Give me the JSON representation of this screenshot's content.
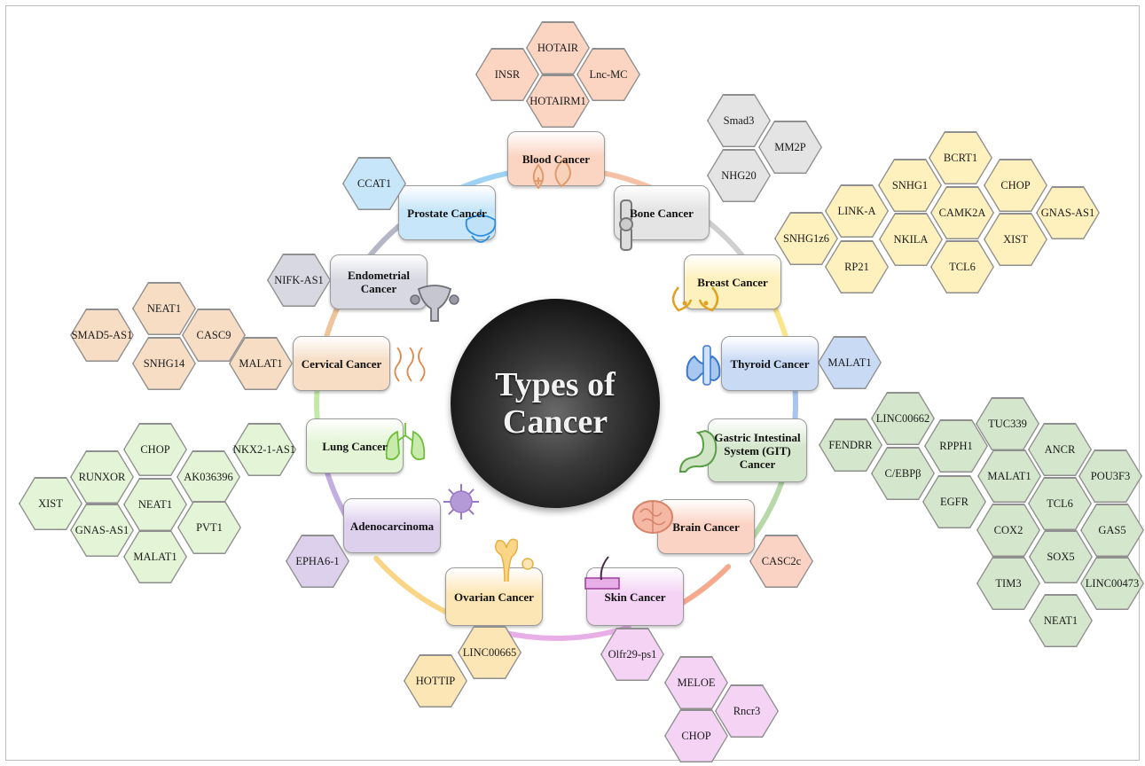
{
  "title": [
    "Types of",
    "Cancer"
  ],
  "cancers": [
    {
      "id": "blood",
      "label": "Blood Cancer",
      "fill": "#fbd5c2",
      "ring": "#f6c2a7",
      "icon": "blood-drop-icon",
      "iconColor": "#e09a6e",
      "genes": [
        {
          "t": "HOTAIR"
        },
        {
          "t": "INSR"
        },
        {
          "t": "Lnc-MC"
        },
        {
          "t": "HOTAIRM1"
        }
      ]
    },
    {
      "id": "bone",
      "label": "Bone Cancer",
      "fill": "#e4e4e4",
      "ring": "#cfcfcf",
      "icon": "bone-joint-icon",
      "iconColor": "#777777",
      "genes": [
        {
          "t": "Smad3"
        },
        {
          "t": "MM2P"
        },
        {
          "t": "NHG20"
        }
      ]
    },
    {
      "id": "breast",
      "label": "Breast Cancer",
      "fill": "#fef1bd",
      "ring": "#fbe48a",
      "icon": "breast-icon",
      "iconColor": "#e0a020",
      "genes": [
        {
          "t": "BCRT1"
        },
        {
          "t": "SNHG1"
        },
        {
          "t": "CHOP"
        },
        {
          "t": "LINK-A"
        },
        {
          "t": "CAMK2A"
        },
        {
          "t": "GNAS-AS1"
        },
        {
          "t": "SNHG1z6"
        },
        {
          "t": "NKILA"
        },
        {
          "t": "XIST"
        },
        {
          "t": "RP21"
        },
        {
          "t": "TCL6"
        }
      ]
    },
    {
      "id": "thyroid",
      "label": "Thyroid Cancer",
      "fill": "#c9daf5",
      "ring": "#a9c4ef",
      "icon": "thyroid-icon",
      "iconColor": "#3a78c8",
      "genes": [
        {
          "t": "MALAT1"
        }
      ]
    },
    {
      "id": "git",
      "label": "Gastric Intestinal System (GIT) Cancer",
      "fill": "#d4e7cc",
      "ring": "#b7d8a8",
      "icon": "stomach-icon",
      "iconColor": "#5b9e48",
      "genes": [
        {
          "t": "LINC00662"
        },
        {
          "t": "TUC339"
        },
        {
          "t": "FENDRR"
        },
        {
          "t": "RPPH1"
        },
        {
          "t": "ANCR"
        },
        {
          "t": "C/EBPβ"
        },
        {
          "t": "MALAT1"
        },
        {
          "t": "POU3F3"
        },
        {
          "t": "EGFR"
        },
        {
          "t": "TCL6"
        },
        {
          "t": "COX2"
        },
        {
          "t": "GAS5"
        },
        {
          "t": "SOX5"
        },
        {
          "t": "TIM3"
        },
        {
          "t": "LINC00473"
        },
        {
          "t": "NEAT1"
        }
      ]
    },
    {
      "id": "brain",
      "label": "Brain Cancer",
      "fill": "#fbd3c4",
      "ring": "#f7a98e",
      "icon": "brain-icon",
      "iconColor": "#d8826a",
      "genes": [
        {
          "t": "CASC2c"
        }
      ]
    },
    {
      "id": "skin",
      "label": "Skin Cancer",
      "fill": "#f4d3f4",
      "ring": "#e7aee7",
      "icon": "skin-hair-icon",
      "iconColor": "#9b3c9b",
      "genes": [
        {
          "t": "Olfr29-ps1"
        },
        {
          "t": "MELOE"
        },
        {
          "t": "Rncr3"
        },
        {
          "t": "CHOP"
        }
      ]
    },
    {
      "id": "ovarian",
      "label": "Ovarian Cancer",
      "fill": "#fde6b5",
      "ring": "#fbd587",
      "icon": "ovary-icon",
      "iconColor": "#e5b040",
      "genes": [
        {
          "t": "LINC00665"
        },
        {
          "t": "HOTTIP"
        }
      ]
    },
    {
      "id": "adeno",
      "label": "Adenocarcinoma",
      "fill": "#ddd0ed",
      "ring": "#c2aee0",
      "icon": "cell-icon",
      "iconColor": "#9a78c8",
      "genes": [
        {
          "t": "EPHA6-1"
        }
      ]
    },
    {
      "id": "lung",
      "label": "Lung Cancer",
      "fill": "#e3f5d6",
      "ring": "#c3e9a8",
      "icon": "lungs-icon",
      "iconColor": "#6fbf3c",
      "genes": [
        {
          "t": "NKX2-1-AS1"
        },
        {
          "t": "CHOP"
        },
        {
          "t": "RUNXOR"
        },
        {
          "t": "AK036396"
        },
        {
          "t": "NEAT1"
        },
        {
          "t": "XIST"
        },
        {
          "t": "PVT1"
        },
        {
          "t": "GNAS-AS1"
        },
        {
          "t": "MALAT1"
        }
      ]
    },
    {
      "id": "cervical",
      "label": "Cervical Cancer",
      "fill": "#f6ddc4",
      "ring": "#edc49c",
      "icon": "cervix-icon",
      "iconColor": "#e0874a",
      "genes": [
        {
          "t": "NEAT1"
        },
        {
          "t": "SMAD5-AS1"
        },
        {
          "t": "CASC9"
        },
        {
          "t": "SNHG14"
        },
        {
          "t": "MALAT1"
        }
      ]
    },
    {
      "id": "endometrial",
      "label": "Endometrial Cancer",
      "fill": "#d7d8e1",
      "ring": "#b5b6c6",
      "icon": "uterus-icon",
      "iconColor": "#6e6e78",
      "genes": [
        {
          "t": "NIFK-AS1"
        }
      ]
    },
    {
      "id": "prostate",
      "label": "Prostate Cancer",
      "fill": "#c7e6f9",
      "ring": "#9fd3f4",
      "icon": "prostate-icon",
      "iconColor": "#2d8ee0",
      "genes": [
        {
          "t": "CCAT1"
        }
      ]
    }
  ]
}
